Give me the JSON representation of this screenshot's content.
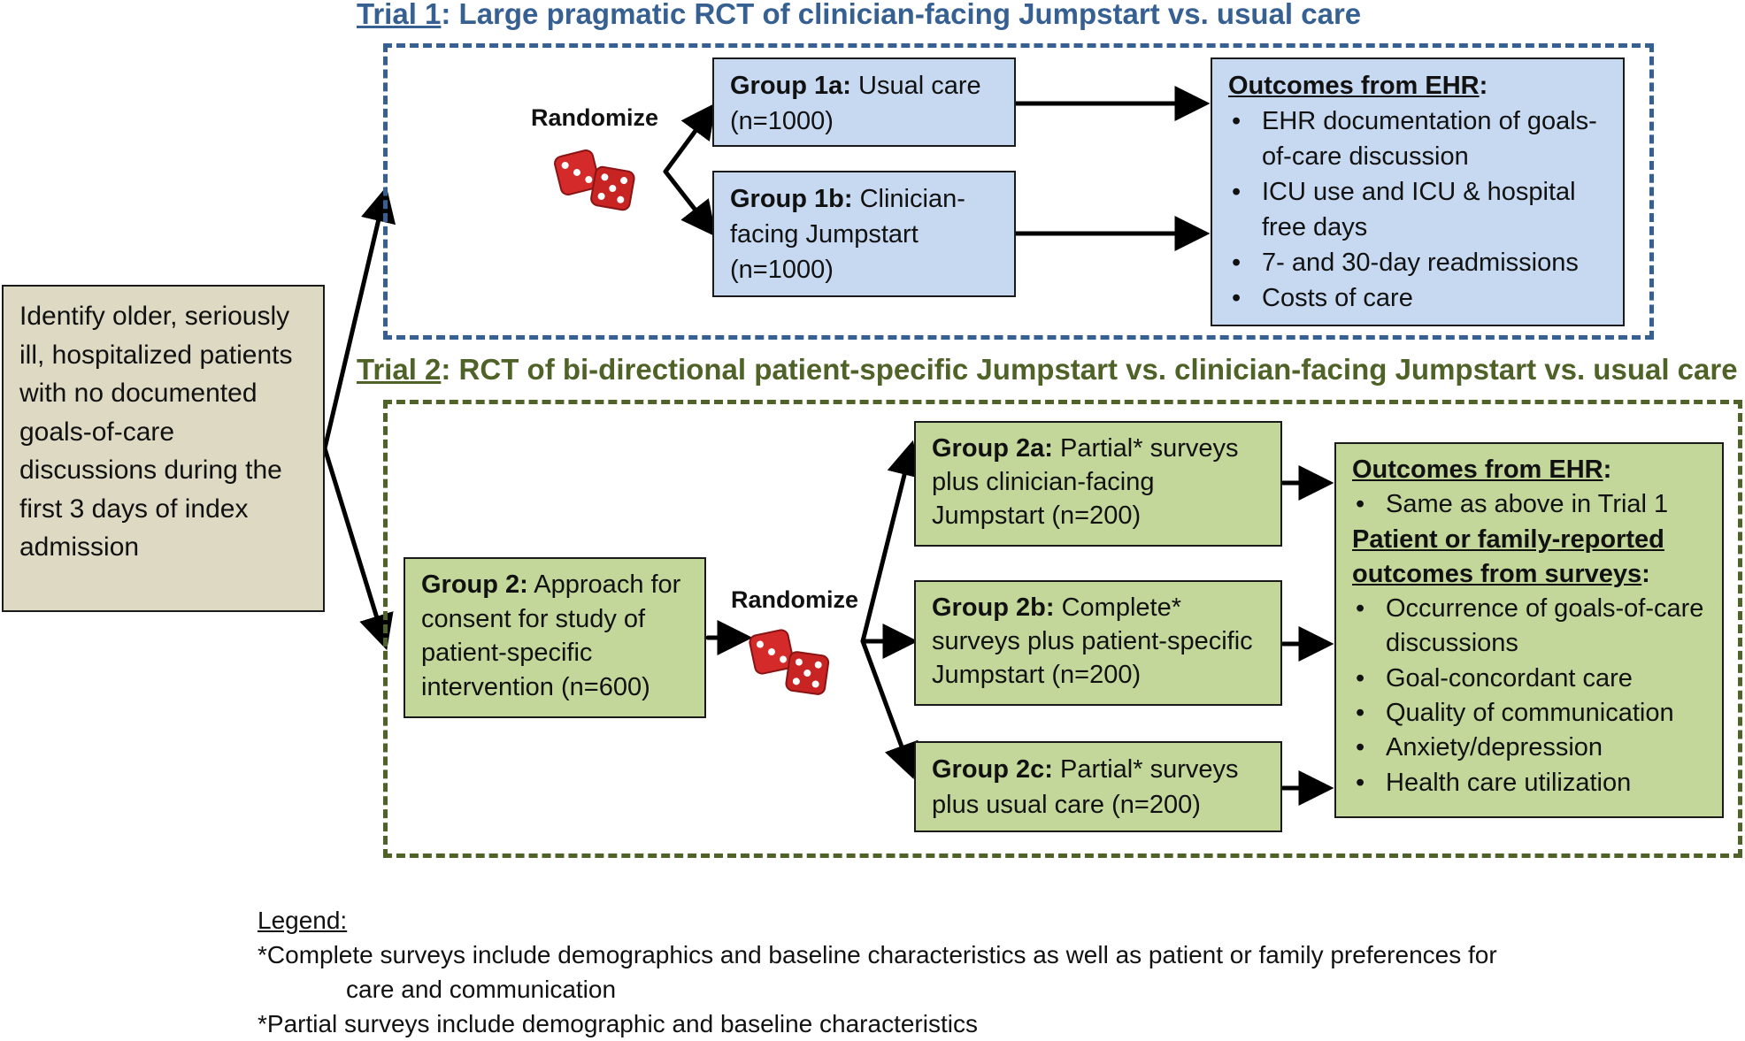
{
  "trial1": {
    "title_prefix": "Trial 1",
    "title_rest": ": Large pragmatic RCT of clinician-facing Jumpstart vs. usual care",
    "randomize": "Randomize",
    "group_1a": {
      "label": "Group 1a:",
      "text": " Usual care (n=1000)"
    },
    "group_1b": {
      "label": "Group 1b:",
      "text": " Clinician-facing Jumpstart (n=1000)"
    },
    "outcomes": {
      "header": "Outcomes from EHR",
      "colon": ":",
      "items": [
        "EHR documentation of goals-of-care discussion",
        "ICU use and ICU & hospital free days",
        "7- and 30-day readmissions",
        "Costs of care"
      ]
    }
  },
  "identify_box": "Identify older, seriously ill, hospitalized patients with no documented goals-of-care discussions during the first 3 days of index admission",
  "trial2": {
    "title_prefix": "Trial 2",
    "title_rest": ": RCT of bi-directional patient-specific Jumpstart vs. clinician-facing Jumpstart vs. usual care",
    "randomize": "Randomize",
    "group_2": {
      "label": "Group 2:",
      "text": " Approach for consent for study of patient-specific intervention (n=600)"
    },
    "group_2a": {
      "label": "Group 2a:",
      "text": " Partial* surveys plus clinician-facing Jumpstart (n=200)"
    },
    "group_2b": {
      "label": "Group 2b:",
      "text": " Complete* surveys plus patient-specific Jumpstart (n=200)"
    },
    "group_2c": {
      "label": "Group 2c:",
      "text": " Partial* surveys plus usual care (n=200)"
    },
    "outcomes": {
      "header_ehr": "Outcomes from EHR",
      "colon": ":",
      "ehr_items": [
        "Same as above in Trial 1"
      ],
      "header_surveys": "Patient or family-reported outcomes from surveys",
      "survey_items": [
        "Occurrence of goals-of-care discussions",
        "Goal-concordant care",
        "Quality of communication",
        "Anxiety/depression",
        "Health care utilization"
      ]
    }
  },
  "legend": {
    "title": "Legend:",
    "line1": "*Complete surveys include demographics and baseline characteristics as well as patient or family preferences for",
    "line1b": "care and communication",
    "line2": "*Partial surveys include demographic and baseline characteristics"
  },
  "colors": {
    "blue_box": "#c6d9f1",
    "green_box": "#c4d79b",
    "tan_box": "#ddd9c3",
    "trial1_title": "#366092",
    "trial2_title": "#4f6228",
    "dice": "#d42a2a"
  }
}
